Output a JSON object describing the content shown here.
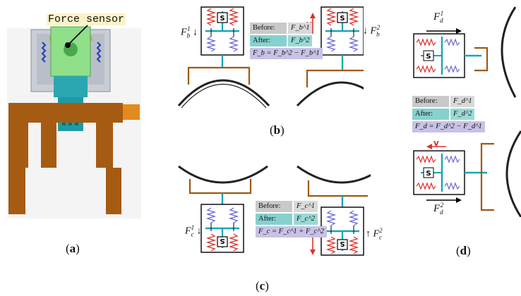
{
  "panel_a": {
    "caption_letter": "a",
    "force_sensor_label": "Force sensor"
  },
  "panel_b": {
    "caption_letter": "b",
    "force_left": "F",
    "force_left_sub": "b",
    "force_left_sup": "1",
    "force_right": "F",
    "force_right_sub": "b",
    "force_right_sup": "2",
    "before_label": "Before:",
    "before_value": "F_b^1",
    "after_label": "After:",
    "after_value": "F_b^2",
    "equation": "F_b = F_b^2 − F_b^1"
  },
  "panel_c": {
    "caption_letter": "c",
    "force_left": "F",
    "force_left_sub": "c",
    "force_left_sup": "1",
    "force_right": "F",
    "force_right_sub": "c",
    "force_right_sup": "2",
    "before_label": "Before:",
    "before_value": "F_c^1",
    "after_label": "After:",
    "after_value": "F_c^2",
    "equation": "F_c = F_c^1 + F_c^2"
  },
  "panel_d": {
    "caption_letter": "d",
    "force_top": "F",
    "force_top_sub": "d",
    "force_top_sup": "1",
    "force_bottom": "F",
    "force_bottom_sub": "d",
    "force_bottom_sup": "2",
    "before_label": "Before:",
    "before_value": "F_d^1",
    "after_label": "After:",
    "after_value": "F_d^2",
    "equation": "F_d = F_d^2 − F_d^1"
  },
  "sensor_glyph": "S",
  "colors": {
    "gripper": "#a0580f",
    "shaft": "#1aa5b5",
    "spring_red": "#e0302a",
    "spring_blue": "#6a6ad8",
    "motion_arrow": "#e0302a"
  }
}
